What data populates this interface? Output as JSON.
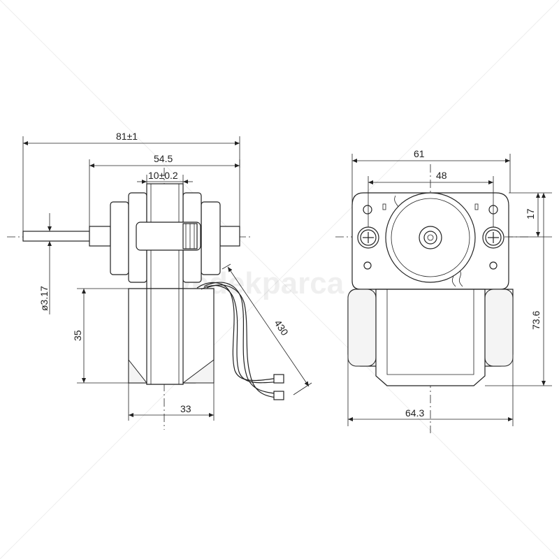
{
  "dimensions": {
    "overall_length": "81±1",
    "body_length": "54.5",
    "center_width": "10±0.2",
    "shaft_diameter": "ø3.17",
    "lower_height": "35",
    "lower_width": "33",
    "lead_length": "430",
    "top_width": "61",
    "hole_spacing": "48",
    "hole_offset": "17",
    "total_height": "73.6",
    "bottom_width": "64.3"
  },
  "watermark": "yedekparca",
  "colors": {
    "line": "#222222",
    "background": "#ffffff"
  }
}
